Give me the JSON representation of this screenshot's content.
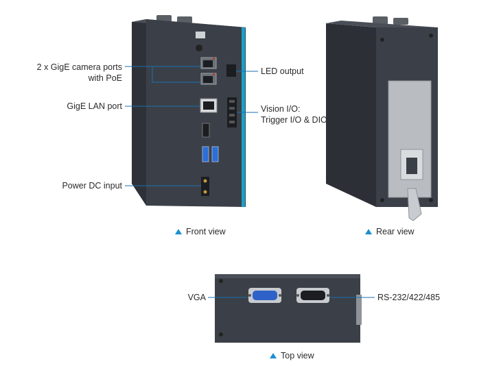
{
  "labels": {
    "camera_ports": "2 x GigE camera ports",
    "camera_ports_2": "with PoE",
    "lan_port": "GigE LAN port",
    "power": "Power DC input",
    "led": "LED output",
    "vision_io": "Vision I/O:",
    "vision_io_2": "Trigger I/O & DIO",
    "vga": "VGA",
    "serial": "RS-232/422/485"
  },
  "captions": {
    "front": "Front view",
    "rear": "Rear view",
    "top": "Top view"
  },
  "colors": {
    "body": "#3b4048",
    "accent": "#1aa0c8",
    "caption_triangle": "#1a8fd1",
    "leader": "#1a6fb0"
  }
}
